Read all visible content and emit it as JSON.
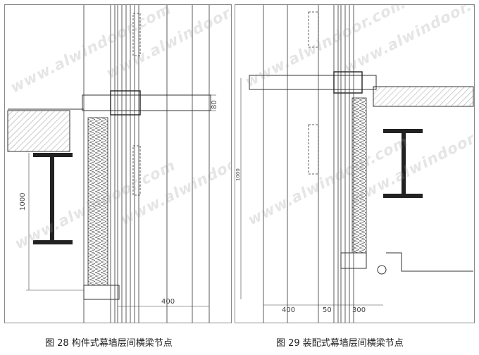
{
  "figures": [
    {
      "caption": "图 28 构件式幕墙层间横梁节点",
      "dims": {
        "top_right": "80",
        "vertical_left": "1000",
        "bottom": "400"
      }
    },
    {
      "caption": "图 29 装配式幕墙层间横梁节点",
      "dims": {
        "vertical_small": "1000",
        "bottom_1": "400",
        "bottom_2": "50",
        "bottom_3": "300"
      }
    }
  ],
  "watermark": "www.alwindoor.com",
  "colors": {
    "line": "#333333",
    "insulation": "#555555",
    "concrete_hatch": "#777777",
    "steel": "#222222",
    "frame": "#8a8a8a"
  }
}
